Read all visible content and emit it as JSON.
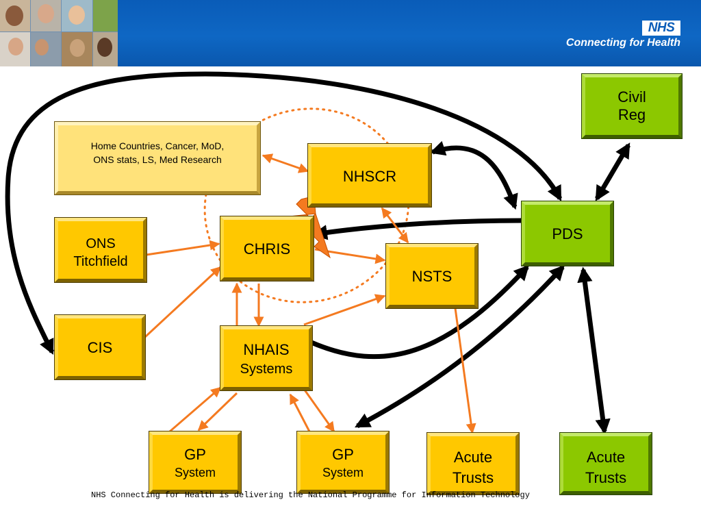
{
  "header": {
    "logo_text": "NHS",
    "tagline": "Connecting for Health",
    "background_color": "#0a5cb8"
  },
  "nodes": {
    "civil_reg": {
      "line1": "Civil",
      "line2": "Reg"
    },
    "home_countries": {
      "line1": "Home Countries, Cancer, MoD,",
      "line2": "ONS stats, LS, Med Research"
    },
    "nhscr": {
      "line1": "NHSCR"
    },
    "pds": {
      "line1": "PDS"
    },
    "ons_titchfield": {
      "line1": "ONS",
      "line2": "Titchfield"
    },
    "chris": {
      "line1": "CHRIS"
    },
    "nsts": {
      "line1": "NSTS"
    },
    "cis": {
      "line1": "CIS"
    },
    "nhais": {
      "line1": "NHAIS",
      "line2": "Systems"
    },
    "gp_system_1": {
      "line1": "GP",
      "line2": "System"
    },
    "gp_system_2": {
      "line1": "GP",
      "line2": "System"
    },
    "acute_trusts_1": {
      "line1": "Acute",
      "line2": "Trusts"
    },
    "acute_trusts_2": {
      "line1": "Acute",
      "line2": "Trusts"
    }
  },
  "colors": {
    "yellow_box": "#ffc800",
    "green_box": "#8cc800",
    "pale_box": "#ffe27a",
    "orange_arrow": "#f47a20",
    "black_arrow": "#000000"
  },
  "footer": {
    "text": "NHS Connecting for Health is delivering the National Programme for Information Technology"
  }
}
